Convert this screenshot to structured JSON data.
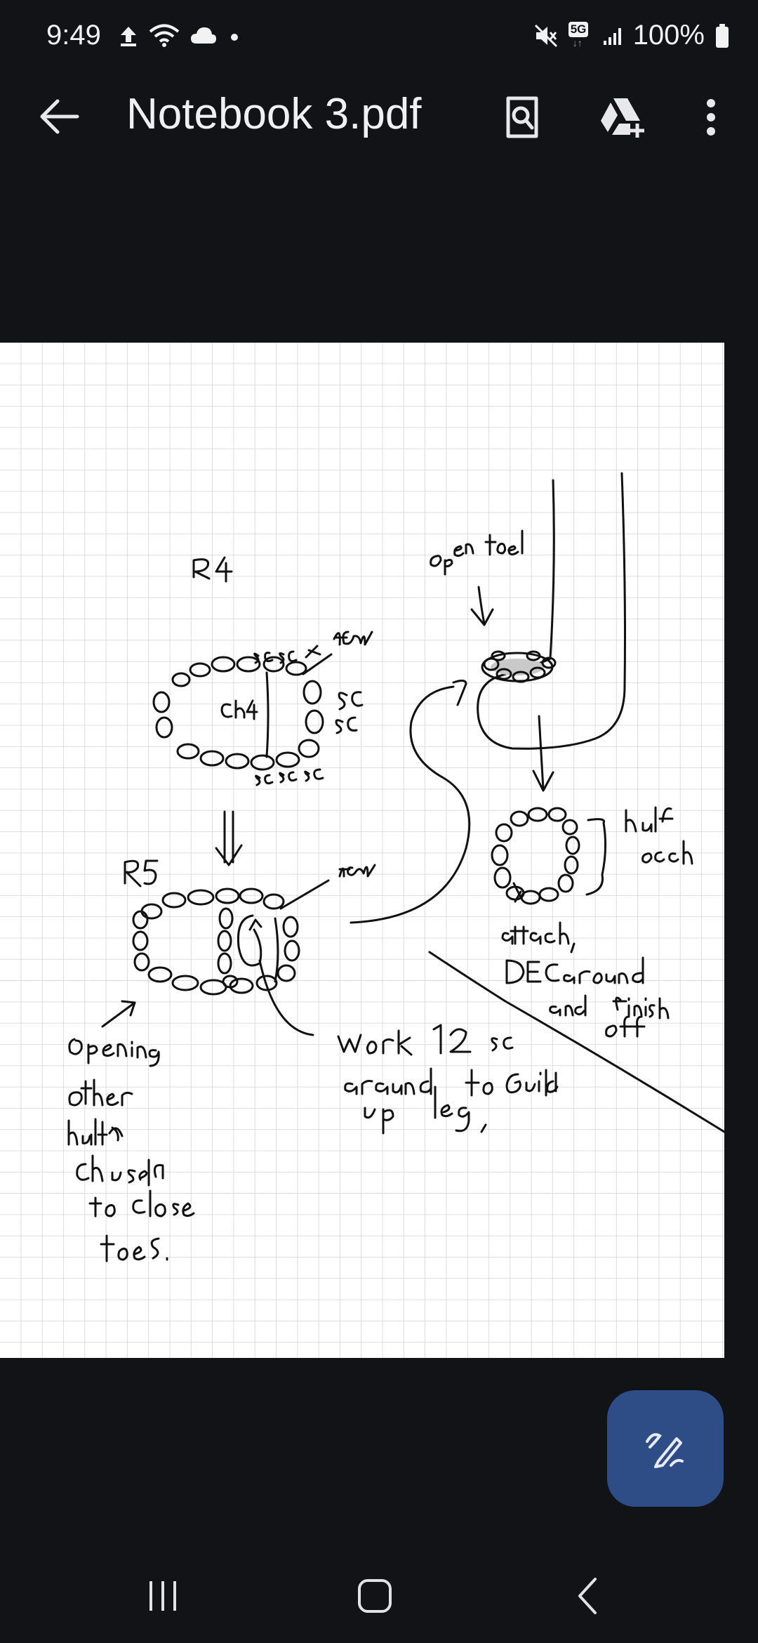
{
  "status_bar": {
    "time": "9:49",
    "left_icons": [
      "upload-icon",
      "wifi-icon",
      "cloud-icon",
      "dot-icon"
    ],
    "network_badge": "5G",
    "battery": "100%",
    "right_icons": [
      "mute-icon",
      "5g-icon",
      "signal-icon",
      "battery-icon"
    ]
  },
  "app_bar": {
    "title": "Notebook 3.pdf",
    "actions": [
      "back-icon",
      "find-in-document-icon",
      "add-to-drive-icon",
      "more-options-icon"
    ]
  },
  "page": {
    "content": "handwritten-notes"
  },
  "fab": {
    "icon": "annotate-pen-icon",
    "color": "#2e4d86"
  },
  "nav_bar": {
    "items": [
      "recent-apps-icon",
      "home-icon",
      "back-nav-icon"
    ]
  },
  "colors": {
    "background": "#121317",
    "page": "#ffffff",
    "grid": "#cfcfd4",
    "ink": "#111111"
  }
}
